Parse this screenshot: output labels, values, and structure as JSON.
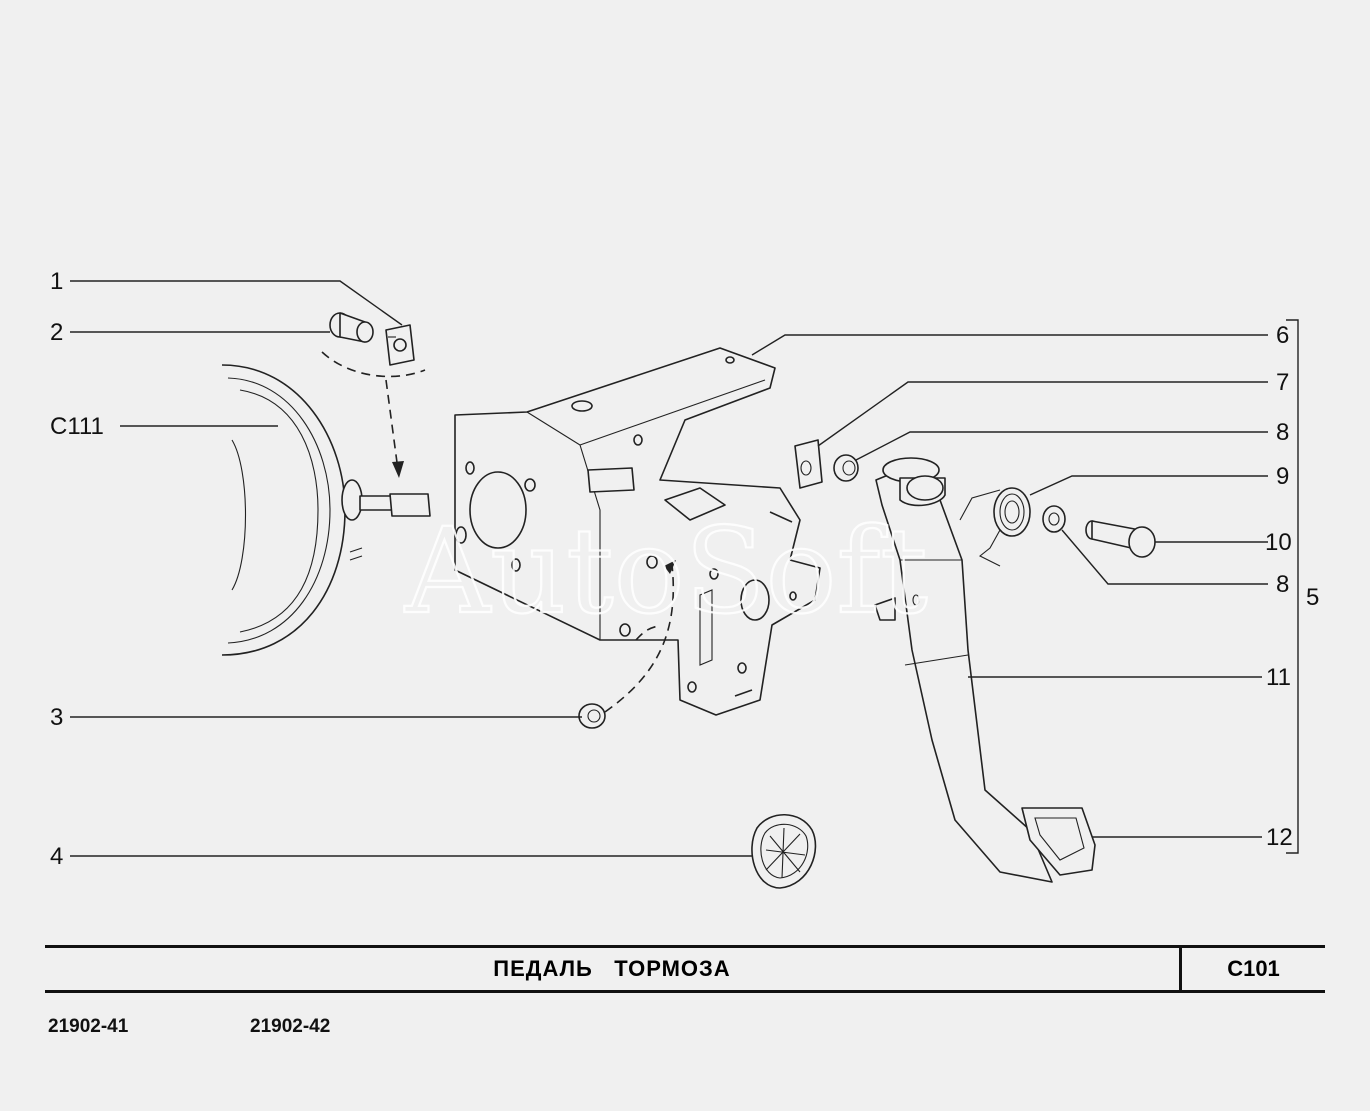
{
  "watermark": "AutoSoft",
  "title_block": {
    "title": "ПЕДАЛЬ   ТОРМОЗА",
    "code": "С101"
  },
  "models": [
    "21902-41",
    "21902-42"
  ],
  "callouts": {
    "c1": "1",
    "c2": "2",
    "c111": "С111",
    "c3": "3",
    "c4": "4",
    "c6": "6",
    "c7": "7",
    "c8a": "8",
    "c9": "9",
    "c10": "10",
    "c8b": "8",
    "c5": "5",
    "c11": "11",
    "c12": "12"
  }
}
